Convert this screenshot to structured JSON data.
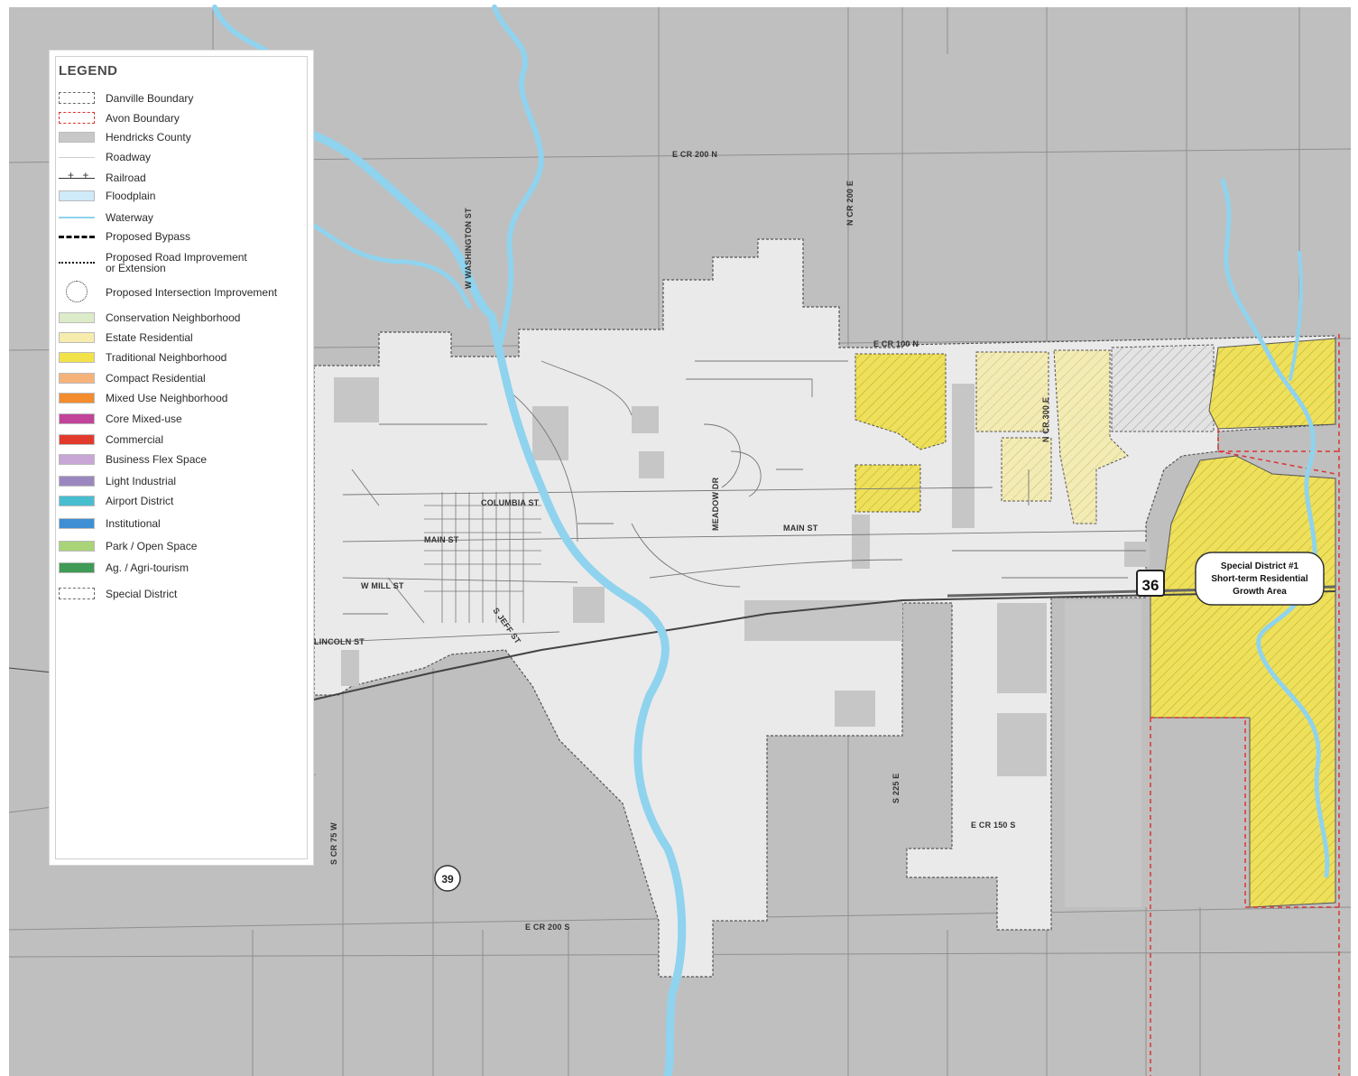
{
  "legend": {
    "title": "LEGEND",
    "items": [
      {
        "label": "Danville Boundary",
        "symbol": "dotted-gray"
      },
      {
        "label": "Avon Boundary",
        "symbol": "dotted-red"
      },
      {
        "label": "Hendricks County",
        "symbol": "solid",
        "color": "#c8c8c8"
      },
      {
        "label": "Roadway",
        "symbol": "thin-line"
      },
      {
        "label": "Railroad",
        "symbol": "railroad"
      },
      {
        "label": "Floodplain",
        "symbol": "solid",
        "color": "#cfeaf8"
      },
      {
        "label": "Waterway",
        "symbol": "waterway"
      },
      {
        "label": "Proposed Bypass",
        "symbol": "bypass"
      },
      {
        "label": "Proposed Road Improvement\nor Extension",
        "symbol": "roadimp"
      },
      {
        "label": "Proposed Intersection Improvement",
        "symbol": "intersection"
      },
      {
        "label": "Conservation Neighborhood",
        "symbol": "solid",
        "color": "#dcebc8"
      },
      {
        "label": "Estate Residential",
        "symbol": "solid",
        "color": "#f6ecae"
      },
      {
        "label": "Traditional Neighborhood",
        "symbol": "solid",
        "color": "#f2e24a"
      },
      {
        "label": "Compact Residential",
        "symbol": "solid",
        "color": "#f5b37a"
      },
      {
        "label": "Mixed Use Neighborhood",
        "symbol": "solid",
        "color": "#f28c2e"
      },
      {
        "label": "Core Mixed-use",
        "symbol": "solid",
        "color": "#c2449a"
      },
      {
        "label": "Commercial",
        "symbol": "solid",
        "color": "#e23a2c"
      },
      {
        "label": "Business Flex Space",
        "symbol": "solid",
        "color": "#c8a6d6"
      },
      {
        "label": "Light Industrial",
        "symbol": "solid",
        "color": "#9b87bf"
      },
      {
        "label": "Airport District",
        "symbol": "solid",
        "color": "#46bed0"
      },
      {
        "label": "Institutional",
        "symbol": "solid",
        "color": "#3e8fd4"
      },
      {
        "label": "Park / Open Space",
        "symbol": "solid",
        "color": "#a9d477"
      },
      {
        "label": "Ag. / Agri-tourism",
        "symbol": "solid",
        "color": "#3f9b55"
      },
      {
        "label": "Special District",
        "symbol": "dotted-gray"
      }
    ]
  },
  "road_labels": {
    "e_cr_200_n": "E CR 200 N",
    "n_cr_200_e": "N CR 200 E",
    "w_washington_st": "W WASHINGTON ST",
    "e_cr_100_n": "E CR 100 N",
    "n_cr_300_e": "N CR 300 E",
    "columbia_st": "COLUMBIA ST",
    "meadow_dr": "MEADOW DR",
    "main_st_west": "MAIN ST",
    "main_st_east": "MAIN ST",
    "w_mill_st": "W MILL ST",
    "s_jeff_st": "S JEFF ST",
    "lincoln_st": "LINCOLN ST",
    "s_cr_75_w": "S CR 75 W",
    "s_225_e": "S 225 E",
    "e_cr_150_s": "E CR 150 S",
    "e_cr_200_s": "E CR 200 S"
  },
  "shields": {
    "sr39": "39",
    "us36": "36"
  },
  "callout": {
    "line1": "Special District #1",
    "line2": "Short-term Residential",
    "line3": "Growth Area"
  },
  "colors": {
    "county": "#bfbfbf",
    "town": "#eaeaea",
    "floodplain": "#cfeaf8",
    "waterway": "#8fd3ee",
    "traditional": "#f2e24a",
    "estate": "#f6ecae",
    "avon": "#d33"
  }
}
